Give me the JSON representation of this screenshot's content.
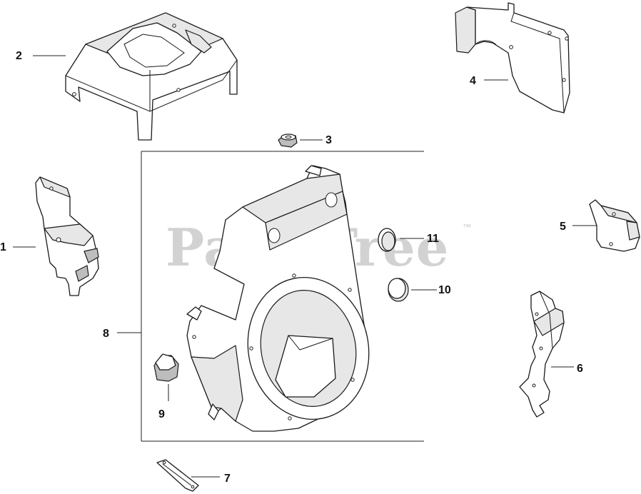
{
  "watermark": {
    "text": "PartsTree",
    "trademark": "™"
  },
  "callouts": [
    {
      "id": "1",
      "label": "1"
    },
    {
      "id": "2",
      "label": "2"
    },
    {
      "id": "3",
      "label": "3"
    },
    {
      "id": "4",
      "label": "4"
    },
    {
      "id": "5",
      "label": "5"
    },
    {
      "id": "6",
      "label": "6"
    },
    {
      "id": "7",
      "label": "7"
    },
    {
      "id": "8",
      "label": "8"
    },
    {
      "id": "9",
      "label": "9"
    },
    {
      "id": "10",
      "label": "10"
    },
    {
      "id": "11",
      "label": "11"
    }
  ]
}
